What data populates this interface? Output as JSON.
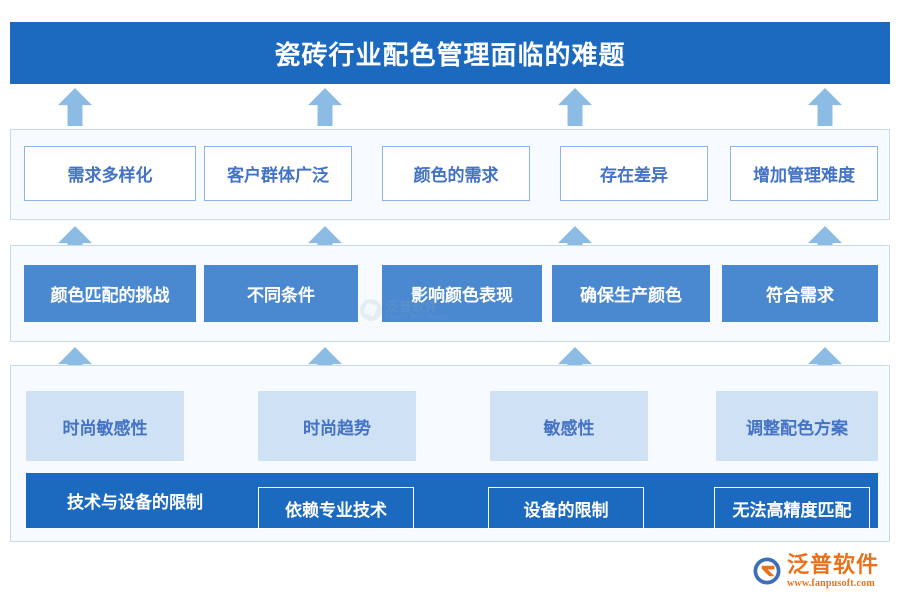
{
  "header": {
    "title": "瓷砖行业配色管理面临的难题"
  },
  "arrows": {
    "icon_name": "up-arrow-icon",
    "color": "#8CBCE4",
    "count_per_row": 4
  },
  "rows": [
    {
      "id": "row-challenges",
      "style": "outlined",
      "boxes": [
        {
          "label": "需求多样化"
        },
        {
          "label": "客户群体广泛"
        },
        {
          "label": "颜色的需求"
        },
        {
          "label": "存在差异"
        },
        {
          "label": "增加管理难度"
        }
      ]
    },
    {
      "id": "row-color-matching",
      "style": "solid",
      "boxes": [
        {
          "label": "颜色匹配的挑战"
        },
        {
          "label": "不同条件"
        },
        {
          "label": "影响颜色表现"
        },
        {
          "label": "确保生产颜色"
        },
        {
          "label": "符合需求"
        }
      ]
    },
    {
      "id": "row-fashion",
      "style": "pale",
      "boxes": [
        {
          "label": "时尚敏感性"
        },
        {
          "label": "时尚趋势"
        },
        {
          "label": "敏感性"
        },
        {
          "label": "调整配色方案"
        }
      ]
    }
  ],
  "bottom_bar": {
    "id": "row-tech-equipment",
    "label": "技术与设备的限制",
    "boxes": [
      {
        "label": "依赖专业技术"
      },
      {
        "label": "设备的限制"
      },
      {
        "label": "无法高精度匹配"
      }
    ]
  },
  "watermark": {
    "cn": "泛普软件",
    "en": "FANPU SOFTWARE"
  },
  "logo": {
    "cn": "泛普软件",
    "url": "www.fanpusoft.com",
    "icon_name": "fanpu-swoosh-icon"
  },
  "colors": {
    "header_blue": "#1B6AC0",
    "mid_blue": "#4A89D0",
    "pale_blue": "#CFE2F5",
    "arrow_blue": "#8CBCE4",
    "panel_bg": "#F7FAFE",
    "panel_border": "#C5D9F1",
    "text_blue": "#4472C4",
    "logo_orange": "#E8721C"
  }
}
